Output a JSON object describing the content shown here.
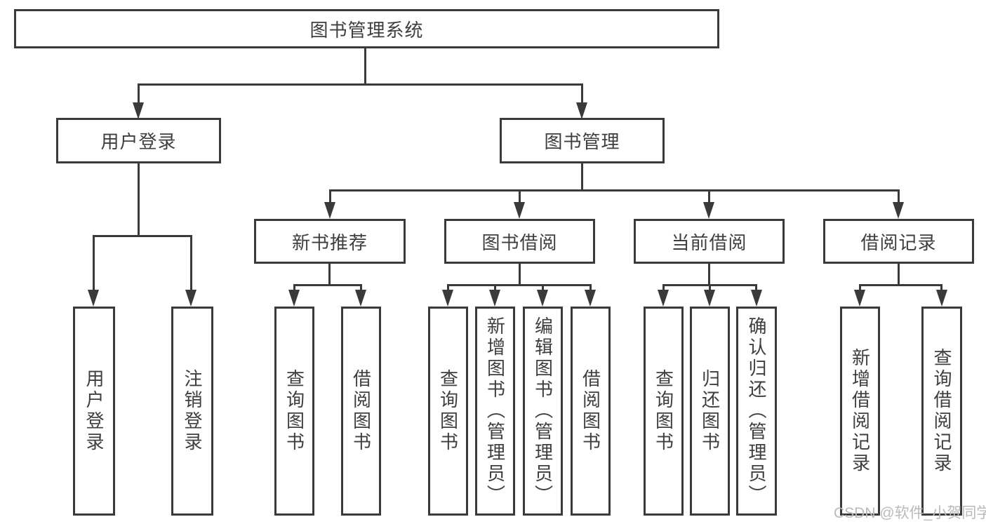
{
  "diagram": {
    "root": {
      "label": "图书管理系统"
    },
    "level2": [
      {
        "label": "用户登录"
      },
      {
        "label": "图书管理"
      }
    ],
    "level3": [
      {
        "label": "新书推荐"
      },
      {
        "label": "图书借阅"
      },
      {
        "label": "当前借阅"
      },
      {
        "label": "借阅记录"
      }
    ],
    "leaves": {
      "user_login": [
        "用户登录",
        "注销登录"
      ],
      "new_books": [
        "查询图书",
        "借阅图书"
      ],
      "book_borrow": [
        "查询图书",
        "新增图书（管理员）",
        "编辑图书（管理员）",
        "借阅图书"
      ],
      "current_borrow": [
        "查询图书",
        "归还图书",
        "确认归还（管理员）"
      ],
      "borrow_records": [
        "新增借阅记录",
        "查询借阅记录"
      ]
    },
    "colors": {
      "line": "#3a3a3a",
      "text": "#3e3e3e",
      "watermark": "#bababa",
      "background": "#ffffff"
    }
  },
  "watermark": {
    "text": "CSDN @软件_小贺同学"
  }
}
